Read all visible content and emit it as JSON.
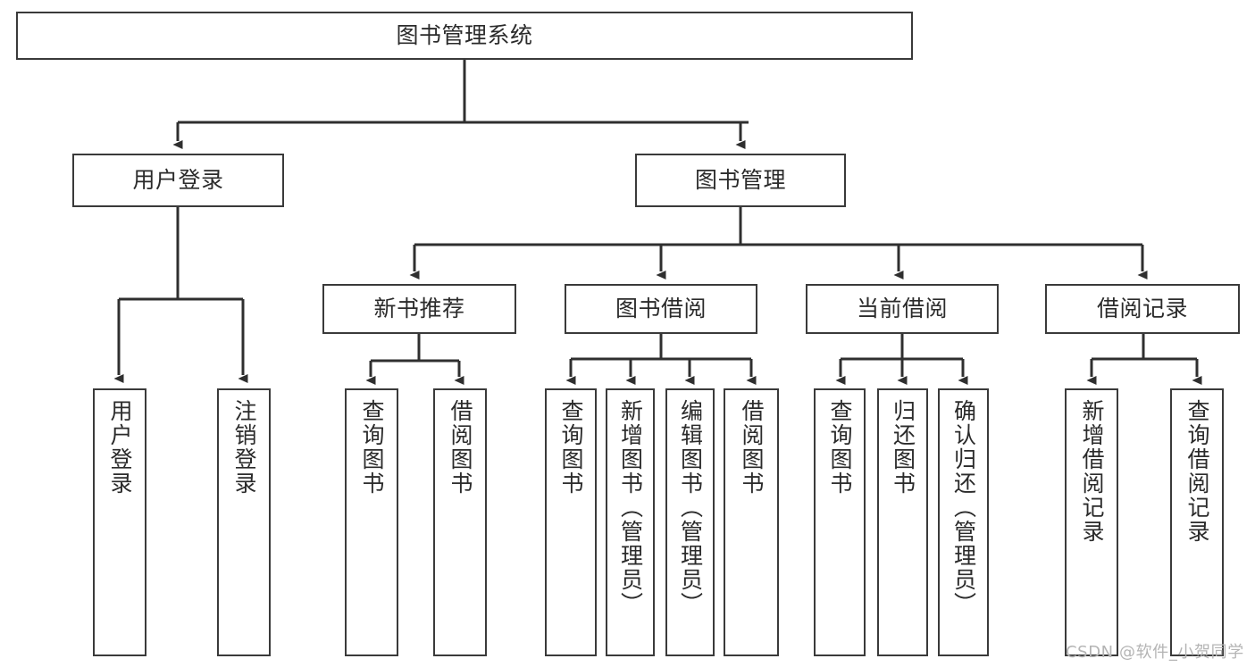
{
  "diagram": {
    "type": "tree-hierarchy",
    "title": "图书管理系统",
    "orientation": "top-down",
    "colors": {
      "box_border": "#3a3a3a",
      "box_fill": "#ffffff",
      "edge": "#2f2f2f",
      "text": "#2b2b2b",
      "watermark": "#b4b4b4",
      "background": "#ffffff"
    },
    "nodes": {
      "root": {
        "label": "图书管理系统"
      },
      "level2": [
        {
          "id": "user-login",
          "label": "用户登录"
        },
        {
          "id": "book-manage",
          "label": "图书管理"
        }
      ],
      "level3": [
        {
          "id": "new-book-recommend",
          "label": "新书推荐"
        },
        {
          "id": "book-borrow",
          "label": "图书借阅"
        },
        {
          "id": "current-borrow",
          "label": "当前借阅"
        },
        {
          "id": "borrow-record",
          "label": "借阅记录"
        }
      ],
      "leaves": [
        {
          "id": "leaf-user-login",
          "label": "用户登录",
          "parent": "user-login"
        },
        {
          "id": "leaf-logout-login",
          "label": "注销登录",
          "parent": "user-login"
        },
        {
          "id": "leaf-query-book-1",
          "label": "查询图书",
          "parent": "new-book-recommend"
        },
        {
          "id": "leaf-borrow-book-1",
          "label": "借阅图书",
          "parent": "new-book-recommend"
        },
        {
          "id": "leaf-query-book-2",
          "label": "查询图书",
          "parent": "book-borrow"
        },
        {
          "id": "leaf-add-book",
          "label": "新增图书（管理员）",
          "parent": "book-borrow"
        },
        {
          "id": "leaf-edit-book",
          "label": "编辑图书（管理员）",
          "parent": "book-borrow"
        },
        {
          "id": "leaf-borrow-book-2",
          "label": "借阅图书",
          "parent": "book-borrow"
        },
        {
          "id": "leaf-query-book-3",
          "label": "查询图书",
          "parent": "current-borrow"
        },
        {
          "id": "leaf-return-book",
          "label": "归还图书",
          "parent": "current-borrow"
        },
        {
          "id": "leaf-confirm-return",
          "label": "确认归还（管理员）",
          "parent": "current-borrow"
        },
        {
          "id": "leaf-add-record",
          "label": "新增借阅记录",
          "parent": "borrow-record"
        },
        {
          "id": "leaf-query-record",
          "label": "查询借阅记录",
          "parent": "borrow-record"
        }
      ]
    },
    "watermark": "CSDN @软件_小贺同学"
  }
}
